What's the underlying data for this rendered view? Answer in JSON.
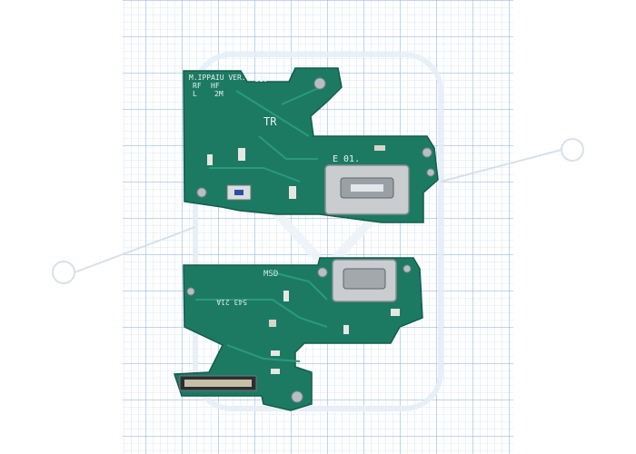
{
  "silkscreen": {
    "top_line1": "M.IPPAIU VER.C",
    "top_rf": "RF",
    "top_hf": "HF",
    "top_l": "L",
    "top_2m": "2M",
    "top_e01": "E 01.",
    "top_tr": "TR",
    "top_code": "110",
    "bottom_msd": "MSD",
    "bottom_serial": "543 21A"
  },
  "colors": {
    "paper": "#ffffff",
    "grid_fine": "#b9d2ec",
    "grid_major": "#7fa6d6",
    "pcb": "#1c7a63",
    "pcb_dark": "#145c4b",
    "trace": "#2a9a7d",
    "metal": "#c9cdd0",
    "watermark": "#d9e3ee"
  },
  "icons": {
    "watermark": "tech-logo-watermark",
    "connector": "usb-c-port-icon"
  }
}
